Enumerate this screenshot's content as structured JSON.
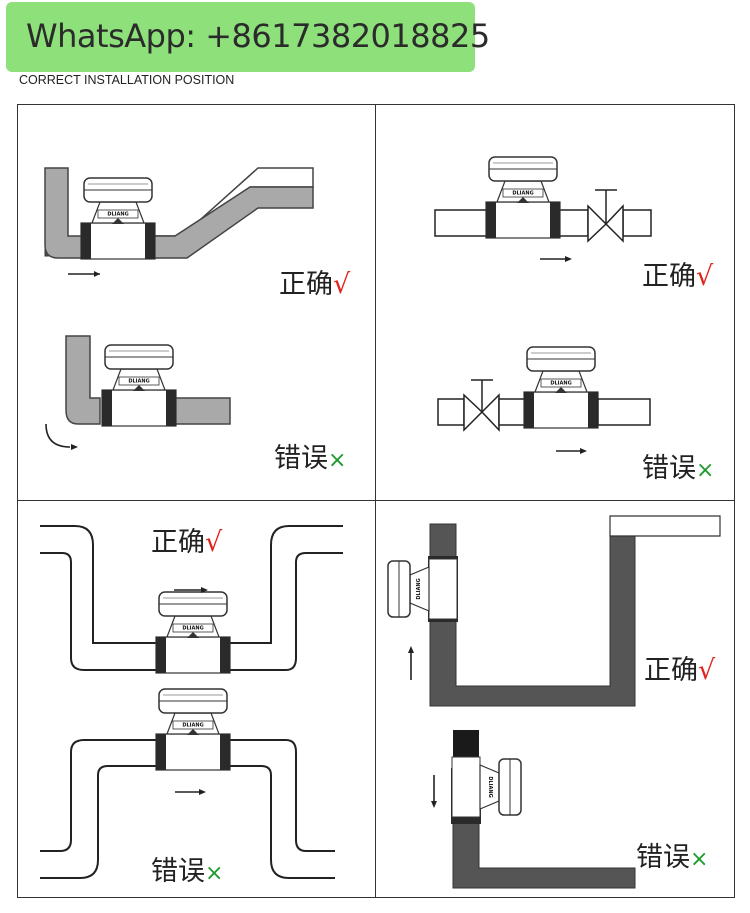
{
  "banner": {
    "text": "WhatsApp: +8617382018825"
  },
  "heading": "CORRECT INSTALLATION POSITION",
  "colors": {
    "banner_bg": "#8ee07a",
    "correct_mark": "#e0241b",
    "wrong_mark": "#1f9a2e"
  },
  "panels": {
    "top_left": {
      "correct": {
        "text": "正确",
        "mark": "√"
      },
      "wrong": {
        "text": "错误",
        "mark": "×"
      }
    },
    "top_right": {
      "correct": {
        "text": "正确",
        "mark": "√"
      },
      "wrong": {
        "text": "错误",
        "mark": "×"
      }
    },
    "bottom_left": {
      "correct": {
        "text": "正确",
        "mark": "√"
      },
      "wrong": {
        "text": "错误",
        "mark": "×"
      }
    },
    "bottom_right": {
      "correct": {
        "text": "正确",
        "mark": "√"
      },
      "wrong": {
        "text": "错误",
        "mark": "×"
      }
    }
  },
  "meter_brand": "DLIANG"
}
